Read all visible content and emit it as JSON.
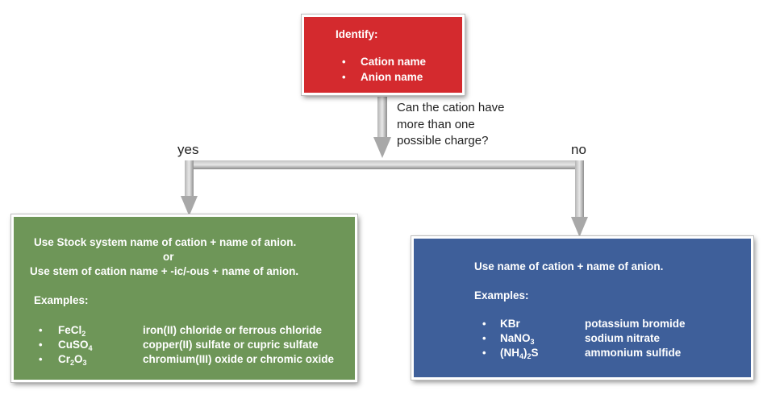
{
  "identify": {
    "title": "Identify:",
    "items": [
      "Cation name",
      "Anion name"
    ]
  },
  "question": [
    "Can the cation have",
    "more than one",
    "possible charge?"
  ],
  "branch_yes": "yes",
  "branch_no": "no",
  "left_box": {
    "line1": "Use Stock system name of cation + name of anion.",
    "line2": "or",
    "line3": "Use stem of cation name + -ic/-ous + name of anion.",
    "examples_label": "Examples:",
    "examples": [
      {
        "base1": "FeCl",
        "sub1": "2",
        "base2": "",
        "sub2": "",
        "name": "iron(II) chloride or ferrous chloride"
      },
      {
        "base1": "CuSO",
        "sub1": "4",
        "base2": "",
        "sub2": "",
        "name": "copper(II) sulfate or cupric sulfate"
      },
      {
        "base1": "Cr",
        "sub1": "2",
        "base2": "O",
        "sub2": "3",
        "name": "chromium(III) oxide or chromic oxide"
      }
    ]
  },
  "right_box": {
    "line1": "Use name of cation + name of anion.",
    "examples_label": "Examples:",
    "examples": [
      {
        "formula": "KBr",
        "name": "potassium bromide"
      },
      {
        "base1": "NaNO",
        "sub1": "3",
        "name": "sodium nitrate"
      },
      {
        "base1": "(NH",
        "sub1": "4",
        "base2": ")",
        "sub2": "2",
        "base3": "S",
        "name": "ammonium sulfide"
      }
    ]
  },
  "colors": {
    "identify_fill": "#d42a2e",
    "yes_fill": "#6e9658",
    "no_fill": "#3e5f9a",
    "connector": "#9e9e9e"
  }
}
